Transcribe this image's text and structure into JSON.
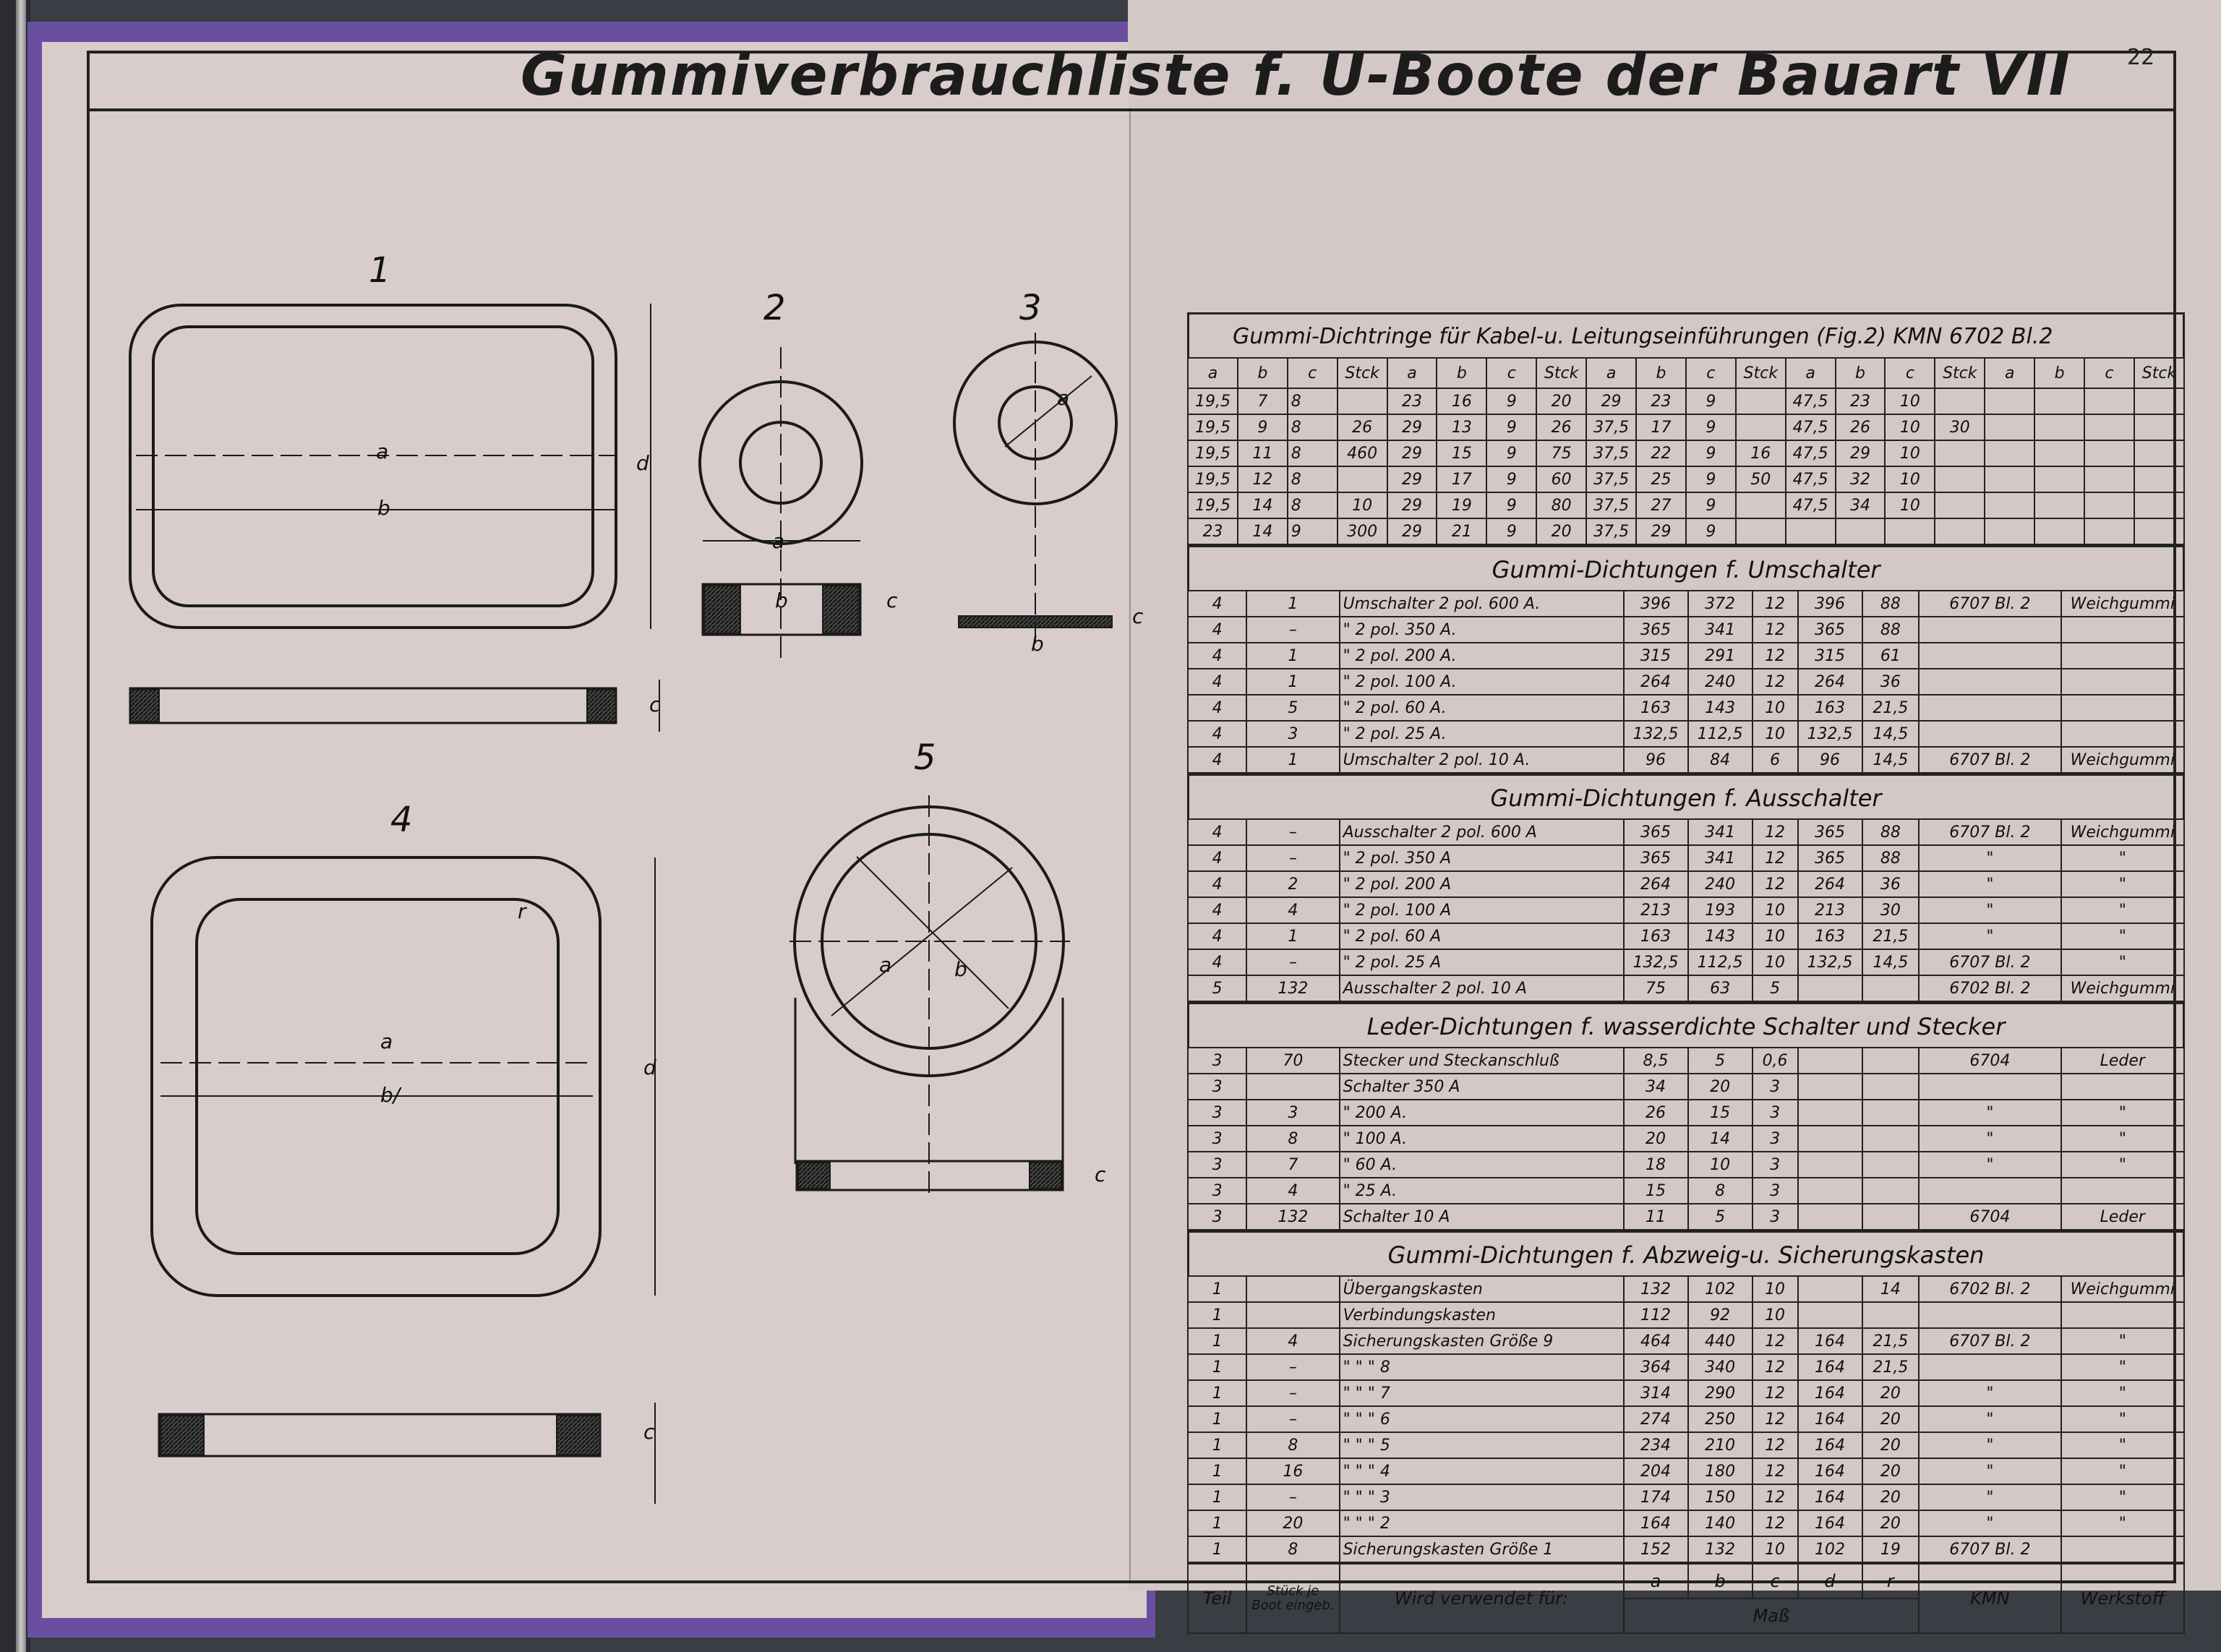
{
  "header": {
    "title": "Gummiverbrauchliste f. U-Boote der Bauart VII",
    "page_number": "22"
  },
  "figures": {
    "fig1": "1",
    "fig2": "2",
    "fig3": "3",
    "fig4": "4",
    "fig5": "5",
    "label_a": "a",
    "label_b": "b",
    "label_c": "c",
    "label_d": "d",
    "label_r": "r",
    "label_b_slash": "b/"
  },
  "table1": {
    "title": "Gummi-Dichtringe für Kabel-u. Leitungseinführungen (Fig.2) KMN 6702 Bl.2",
    "headers": [
      "a",
      "b",
      "c",
      "Stck",
      "a",
      "b",
      "c",
      "Stck",
      "a",
      "b",
      "c",
      "Stck",
      "a",
      "b",
      "c",
      "Stck",
      "a",
      "b",
      "c",
      "Stck"
    ],
    "rows": [
      [
        "19,5",
        "7",
        "8",
        "",
        "23",
        "16",
        "9",
        "20",
        "29",
        "23",
        "9",
        "",
        "47,5",
        "23",
        "10",
        "",
        "",
        "",
        "",
        ""
      ],
      [
        "19,5",
        "9",
        "8",
        "26",
        "29",
        "13",
        "9",
        "26",
        "37,5",
        "17",
        "9",
        "",
        "47,5",
        "26",
        "10",
        "30",
        "",
        "",
        "",
        ""
      ],
      [
        "19,5",
        "11",
        "8",
        "460",
        "29",
        "15",
        "9",
        "75",
        "37,5",
        "22",
        "9",
        "16",
        "47,5",
        "29",
        "10",
        "",
        "",
        "",
        "",
        ""
      ],
      [
        "19,5",
        "12",
        "8",
        "",
        "29",
        "17",
        "9",
        "60",
        "37,5",
        "25",
        "9",
        "50",
        "47,5",
        "32",
        "10",
        "",
        "",
        "",
        "",
        ""
      ],
      [
        "19,5",
        "14",
        "8",
        "10",
        "29",
        "19",
        "9",
        "80",
        "37,5",
        "27",
        "9",
        "",
        "47,5",
        "34",
        "10",
        "",
        "",
        "",
        "",
        ""
      ],
      [
        "23",
        "14",
        "9",
        "300",
        "29",
        "21",
        "9",
        "20",
        "37,5",
        "29",
        "9",
        "",
        "",
        "",
        "",
        "",
        "",
        "",
        "",
        ""
      ]
    ]
  },
  "table2": {
    "title": "Gummi-Dichtungen f. Umschalter",
    "rows": [
      [
        "4",
        "1",
        "Umschalter 2 pol. 600 A.",
        "396",
        "372",
        "12",
        "396",
        "88",
        "6707 Bl. 2",
        "Weichgummi"
      ],
      [
        "4",
        "–",
        "\" 2 pol. 350 A.",
        "365",
        "341",
        "12",
        "365",
        "88",
        "",
        ""
      ],
      [
        "4",
        "1",
        "\" 2 pol. 200 A.",
        "315",
        "291",
        "12",
        "315",
        "61",
        "",
        ""
      ],
      [
        "4",
        "1",
        "\" 2 pol. 100 A.",
        "264",
        "240",
        "12",
        "264",
        "36",
        "",
        ""
      ],
      [
        "4",
        "5",
        "\" 2 pol. 60 A.",
        "163",
        "143",
        "10",
        "163",
        "21,5",
        "",
        ""
      ],
      [
        "4",
        "3",
        "\" 2 pol. 25 A.",
        "132,5",
        "112,5",
        "10",
        "132,5",
        "14,5",
        "",
        ""
      ],
      [
        "4",
        "1",
        "Umschalter 2 pol. 10 A.",
        "96",
        "84",
        "6",
        "96",
        "14,5",
        "6707 Bl. 2",
        "Weichgummi"
      ]
    ]
  },
  "table3": {
    "title": "Gummi-Dichtungen f. Ausschalter",
    "rows": [
      [
        "4",
        "–",
        "Ausschalter 2 pol. 600 A",
        "365",
        "341",
        "12",
        "365",
        "88",
        "6707 Bl. 2",
        "Weichgummi"
      ],
      [
        "4",
        "–",
        "\" 2 pol. 350 A",
        "365",
        "341",
        "12",
        "365",
        "88",
        "\"",
        "\""
      ],
      [
        "4",
        "2",
        "\" 2 pol. 200 A",
        "264",
        "240",
        "12",
        "264",
        "36",
        "\"",
        "\""
      ],
      [
        "4",
        "4",
        "\" 2 pol. 100 A",
        "213",
        "193",
        "10",
        "213",
        "30",
        "\"",
        "\""
      ],
      [
        "4",
        "1",
        "\" 2 pol. 60 A",
        "163",
        "143",
        "10",
        "163",
        "21,5",
        "\"",
        "\""
      ],
      [
        "4",
        "–",
        "\" 2 pol. 25 A",
        "132,5",
        "112,5",
        "10",
        "132,5",
        "14,5",
        "6707 Bl. 2",
        "\""
      ],
      [
        "5",
        "132",
        "Ausschalter 2 pol. 10 A",
        "75",
        "63",
        "5",
        "",
        "",
        "6702 Bl. 2",
        "Weichgummi"
      ]
    ]
  },
  "table4": {
    "title": "Leder-Dichtungen f. wasserdichte Schalter und Stecker",
    "rows": [
      [
        "3",
        "70",
        "Stecker und Steckanschluß",
        "8,5",
        "5",
        "0,6",
        "",
        "",
        "6704",
        "Leder"
      ],
      [
        "3",
        "",
        "Schalter 350 A",
        "34",
        "20",
        "3",
        "",
        "",
        "",
        ""
      ],
      [
        "3",
        "3",
        "\" 200 A.",
        "26",
        "15",
        "3",
        "",
        "",
        "\"",
        "\""
      ],
      [
        "3",
        "8",
        "\" 100 A.",
        "20",
        "14",
        "3",
        "",
        "",
        "\"",
        "\""
      ],
      [
        "3",
        "7",
        "\" 60 A.",
        "18",
        "10",
        "3",
        "",
        "",
        "\"",
        "\""
      ],
      [
        "3",
        "4",
        "\" 25 A.",
        "15",
        "8",
        "3",
        "",
        "",
        "",
        ""
      ],
      [
        "3",
        "132",
        "Schalter 10 A",
        "11",
        "5",
        "3",
        "",
        "",
        "6704",
        "Leder"
      ]
    ]
  },
  "table5": {
    "title": "Gummi-Dichtungen f. Abzweig-u. Sicherungskasten",
    "rows": [
      [
        "1",
        "",
        "Übergangskasten",
        "132",
        "102",
        "10",
        "",
        "14",
        "6702 Bl. 2",
        "Weichgummi"
      ],
      [
        "1",
        "",
        "Verbindungskasten",
        "112",
        "92",
        "10",
        "",
        "",
        "",
        ""
      ],
      [
        "1",
        "4",
        "Sicherungskasten Größe 9",
        "464",
        "440",
        "12",
        "164",
        "21,5",
        "6707 Bl. 2",
        "\""
      ],
      [
        "1",
        "–",
        "\" \" \" 8",
        "364",
        "340",
        "12",
        "164",
        "21,5",
        "",
        "\""
      ],
      [
        "1",
        "–",
        "\" \" \" 7",
        "314",
        "290",
        "12",
        "164",
        "20",
        "\"",
        "\""
      ],
      [
        "1",
        "–",
        "\" \" \" 6",
        "274",
        "250",
        "12",
        "164",
        "20",
        "\"",
        "\""
      ],
      [
        "1",
        "8",
        "\" \" \" 5",
        "234",
        "210",
        "12",
        "164",
        "20",
        "\"",
        "\""
      ],
      [
        "1",
        "16",
        "\" \" \" 4",
        "204",
        "180",
        "12",
        "164",
        "20",
        "\"",
        "\""
      ],
      [
        "1",
        "–",
        "\" \" \" 3",
        "174",
        "150",
        "12",
        "164",
        "20",
        "\"",
        "\""
      ],
      [
        "1",
        "20",
        "\" \" \" 2",
        "164",
        "140",
        "12",
        "164",
        "20",
        "\"",
        "\""
      ],
      [
        "1",
        "8",
        "Sicherungskasten Größe 1",
        "152",
        "132",
        "10",
        "102",
        "19",
        "6707 Bl. 2",
        ""
      ]
    ]
  },
  "footer": {
    "teil": "Teil",
    "stueck": "Stück je Boot eingeb.",
    "verwendet": "Wird verwendet für:",
    "a": "a",
    "b": "b",
    "c": "c",
    "d": "d",
    "r": "r",
    "mass": "Maß",
    "kmn": "KMN",
    "werkstoff": "Werkstoff"
  }
}
